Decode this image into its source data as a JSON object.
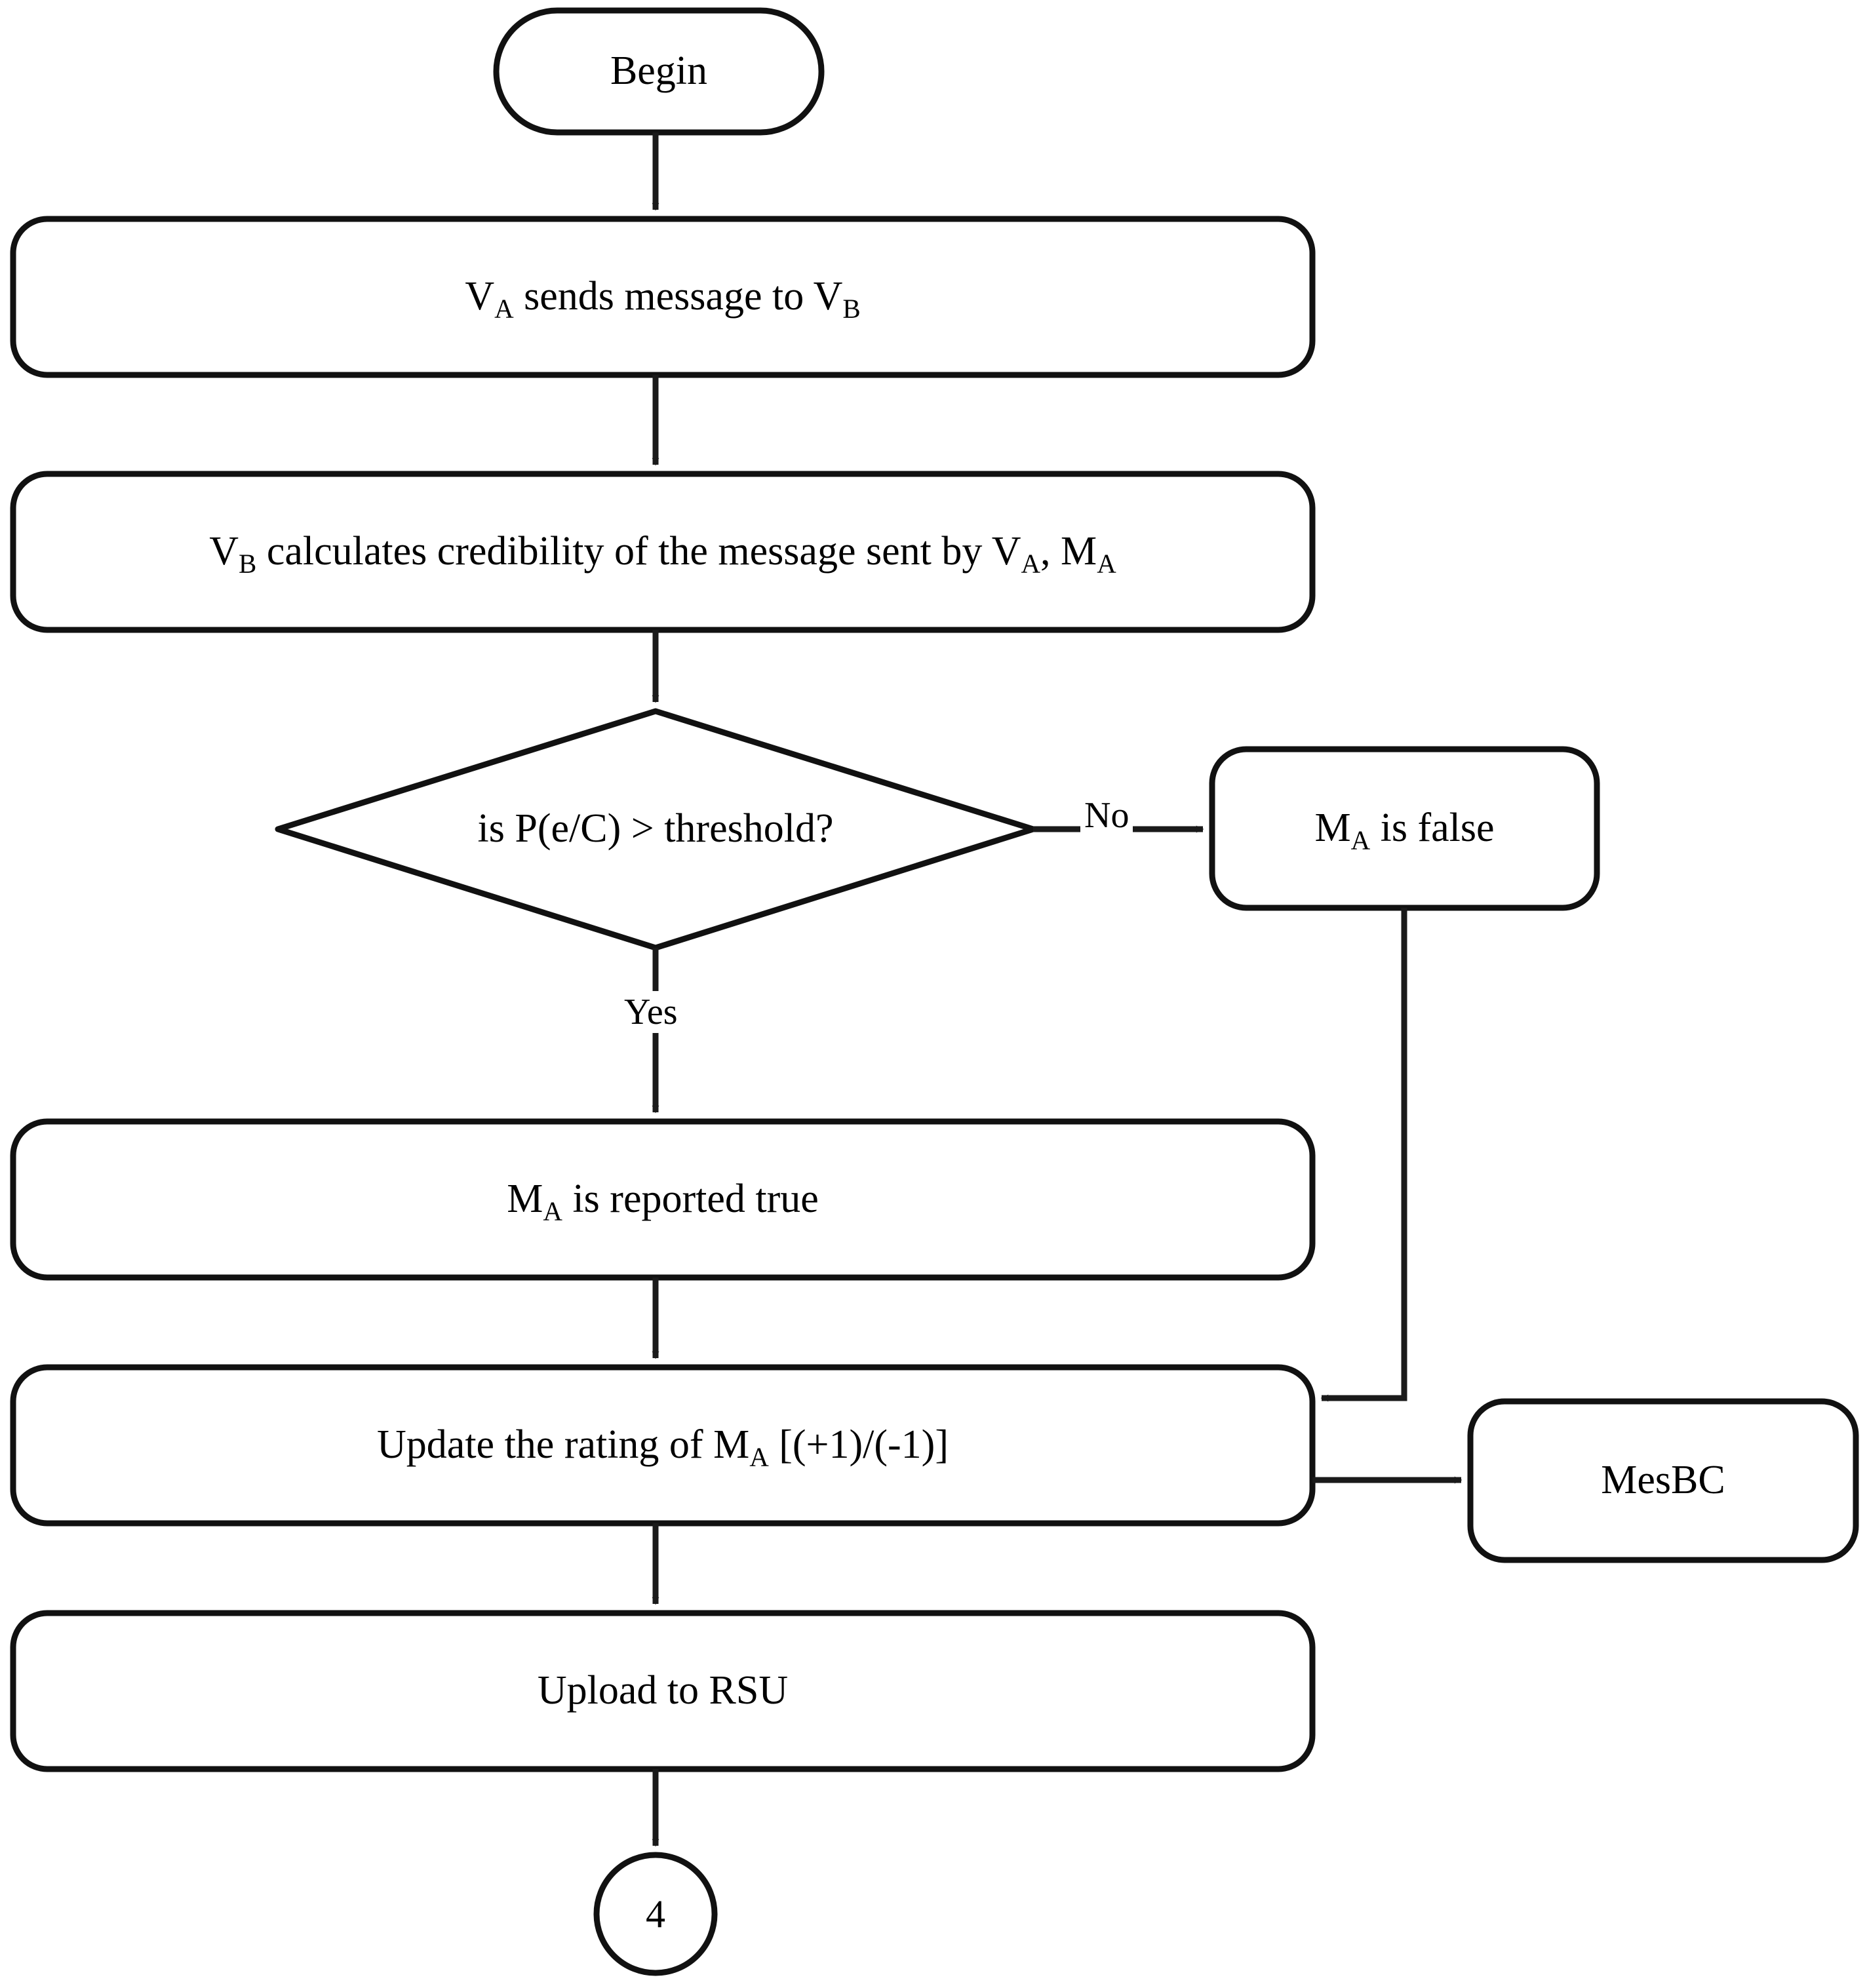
{
  "diagram": {
    "type": "flowchart",
    "title": "Message credibility verification flowchart",
    "stroke_color": "#000000",
    "fill_color": "#ffffff",
    "background": "#ffffff"
  },
  "nodes": {
    "begin": {
      "shape": "terminator",
      "label": "Begin"
    },
    "send_message": {
      "shape": "process",
      "label_prefix": "V",
      "label_sub1": "A",
      "label_mid": " sends message to V",
      "label_sub2": "B",
      "label_plain": "VA sends message to VB"
    },
    "calculate_credibility": {
      "shape": "process",
      "label_prefix": "V",
      "label_sub1": "B",
      "label_mid": " calculates credibility of the message sent by V",
      "label_sub2": "A",
      "label_mid2": ", M",
      "label_sub3": "A",
      "label_plain": "VB calculates credibility of the message sent by VA, MA"
    },
    "decision_threshold": {
      "shape": "decision",
      "label": "is P(e/C) > threshold?"
    },
    "message_false": {
      "shape": "process",
      "label_prefix": "M",
      "label_sub1": "A",
      "label_mid": " is false",
      "label_plain": "MA is false"
    },
    "message_true": {
      "shape": "process",
      "label_prefix": "M",
      "label_sub1": "A",
      "label_mid": " is reported true",
      "label_plain": "MA is reported true"
    },
    "update_rating": {
      "shape": "process",
      "label_prefix": "Update the rating of M",
      "label_sub1": "A",
      "label_mid": " [(+1)/(-1)]",
      "label_plain": "Update the rating of MA [(+1)/(-1)]"
    },
    "mesbc": {
      "shape": "process",
      "label": "MesBC"
    },
    "upload_rsu": {
      "shape": "process",
      "label": "Upload to RSU"
    },
    "connector_4": {
      "shape": "connector-circle",
      "label": "4"
    }
  },
  "edge_labels": {
    "no": "No",
    "yes": "Yes"
  },
  "edges": [
    {
      "from": "begin",
      "to": "send_message",
      "label": ""
    },
    {
      "from": "send_message",
      "to": "calculate_credibility",
      "label": ""
    },
    {
      "from": "calculate_credibility",
      "to": "decision_threshold",
      "label": ""
    },
    {
      "from": "decision_threshold",
      "to": "message_false",
      "label": "No"
    },
    {
      "from": "decision_threshold",
      "to": "message_true",
      "label": "Yes"
    },
    {
      "from": "message_true",
      "to": "update_rating",
      "label": ""
    },
    {
      "from": "message_false",
      "to": "update_rating",
      "label": ""
    },
    {
      "from": "update_rating",
      "to": "mesbc",
      "label": ""
    },
    {
      "from": "update_rating",
      "to": "upload_rsu",
      "label": ""
    },
    {
      "from": "upload_rsu",
      "to": "connector_4",
      "label": ""
    }
  ]
}
